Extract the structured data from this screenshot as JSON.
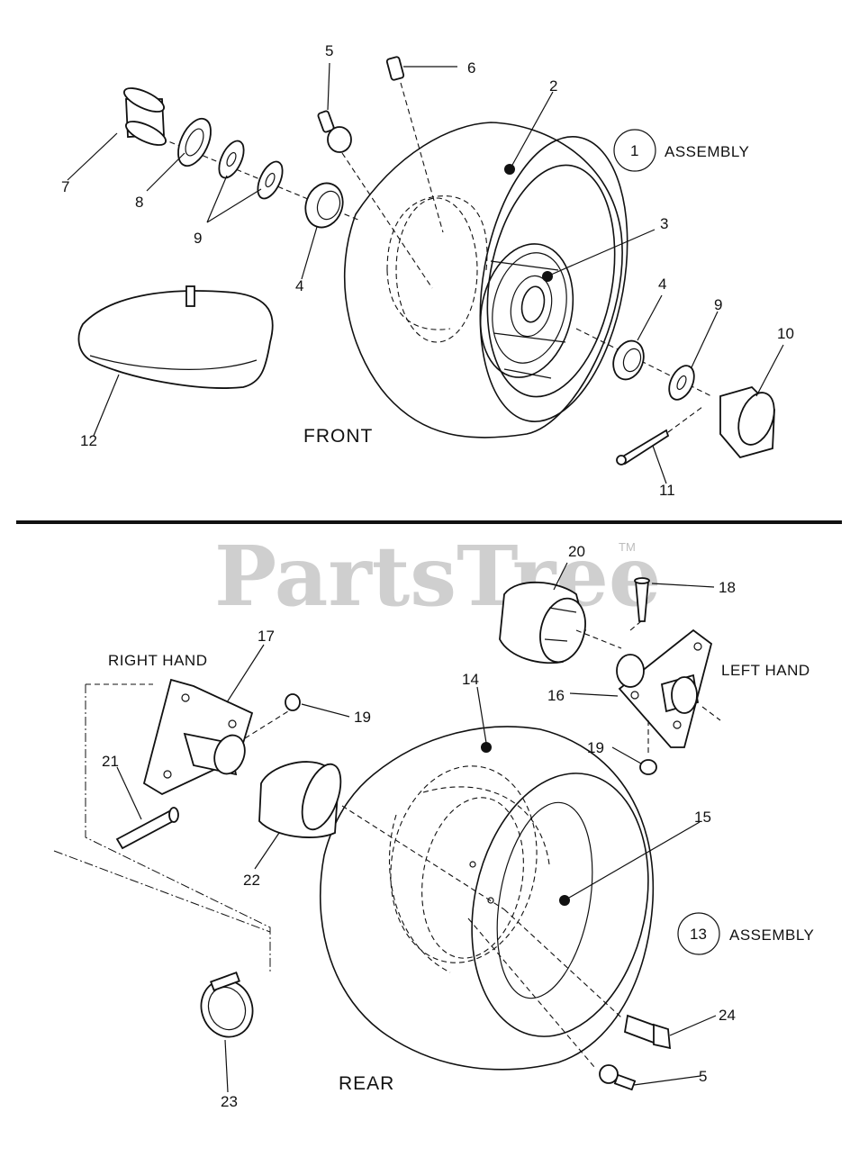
{
  "watermark": {
    "text": "PartsTree",
    "tm": "TM"
  },
  "front": {
    "section_label": "FRONT",
    "assembly_number": "1",
    "assembly_text": "ASSEMBLY",
    "callouts": [
      "2",
      "3",
      "4",
      "4",
      "5",
      "6",
      "7",
      "8",
      "9",
      "9",
      "10",
      "11",
      "12"
    ]
  },
  "rear": {
    "section_label": "REAR",
    "assembly_number": "13",
    "assembly_text": "ASSEMBLY",
    "right_hand": "RIGHT HAND",
    "left_hand": "LEFT HAND",
    "callouts": [
      "5",
      "14",
      "15",
      "16",
      "17",
      "18",
      "19",
      "19",
      "20",
      "21",
      "22",
      "23",
      "24"
    ]
  }
}
